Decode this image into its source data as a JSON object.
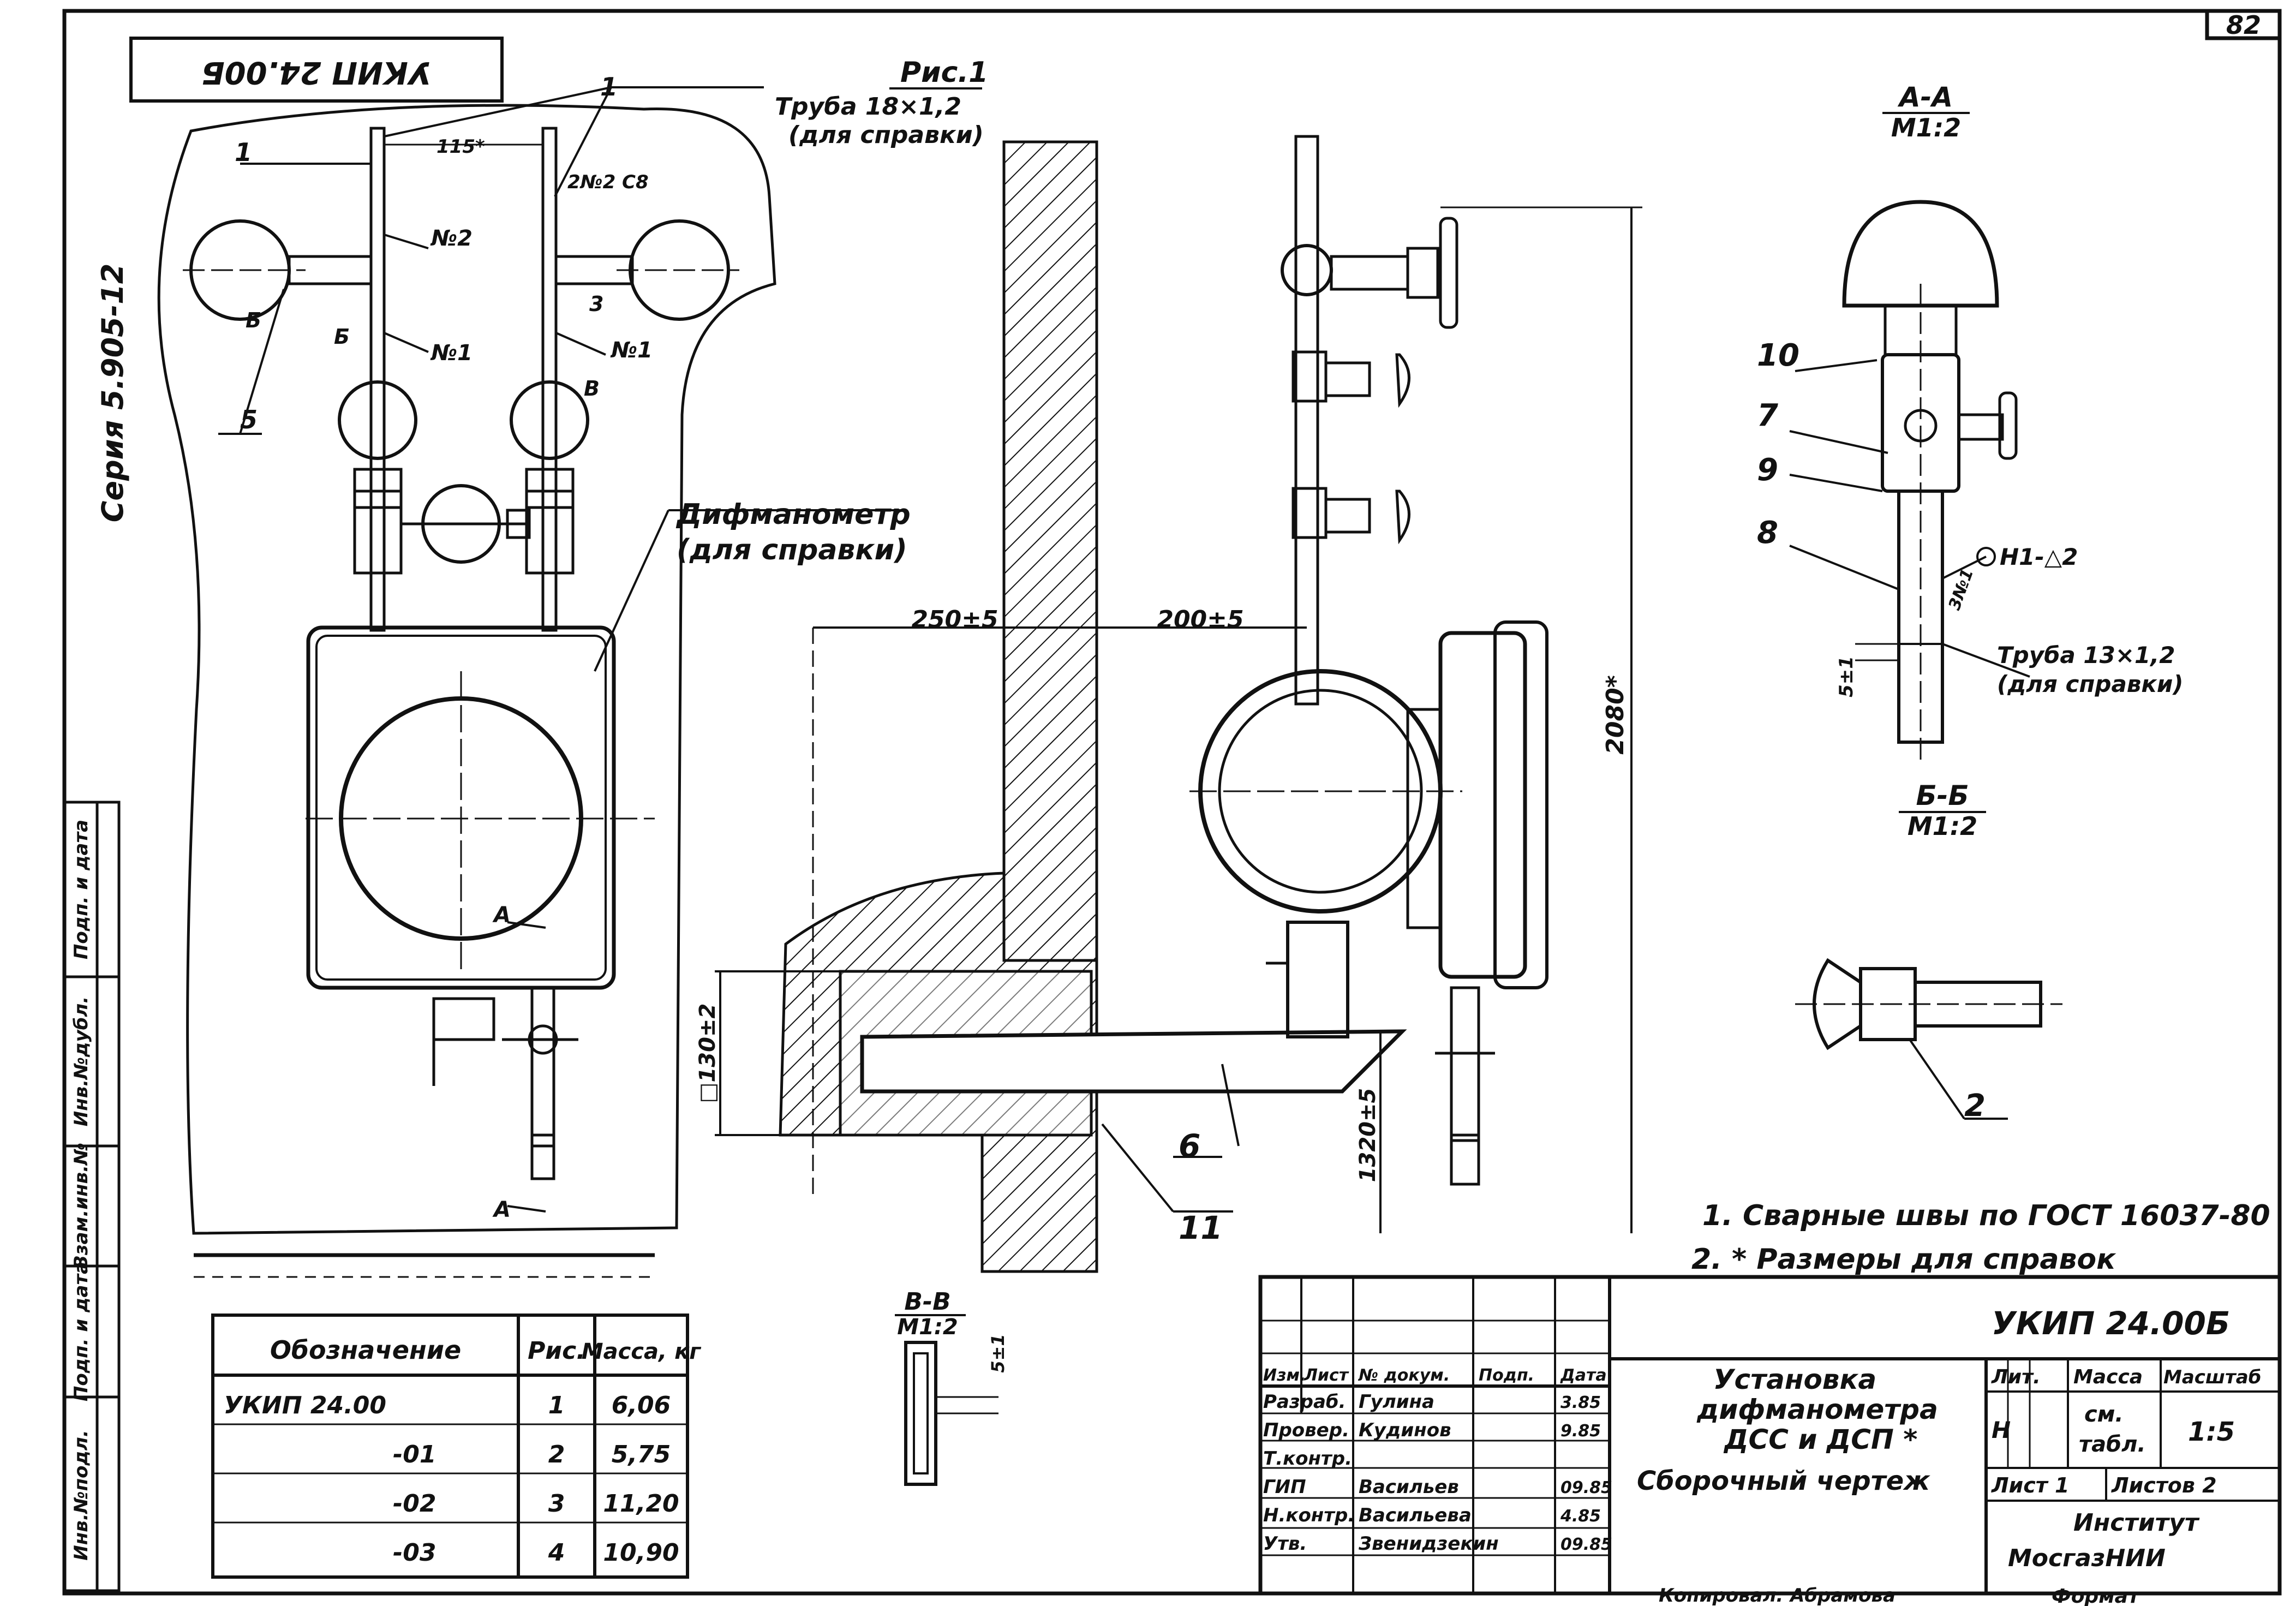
{
  "sheet": {
    "sheet_number": "82",
    "rotated_stamp": "УКИП 24.00Б",
    "series": "Серия 5.905-12"
  },
  "figure": {
    "fig_label": "Рис.1",
    "pipe_note_line1": "Труба 18×1,2",
    "pipe_note_line2": "(для справки)",
    "gauge_note_line1": "Дифманометр",
    "gauge_note_line2": "(для справки)",
    "dim_115": "115*",
    "dim_250": "250±5",
    "dim_200": "200±5",
    "dim_2080": "2080*",
    "dim_130": "□130±2",
    "dim_1320": "1320±5",
    "weld_mark": "2№2 C8",
    "labels": {
      "n1a": "1",
      "n1b": "1",
      "n2": "№2",
      "n1c": "№1",
      "n1d": "№1",
      "b1": "Б",
      "b2": "Б",
      "b3": "В",
      "n3": "3",
      "n5": "5",
      "a_mark1": "А",
      "a_mark2": "А"
    },
    "callouts": {
      "n6": "6",
      "n11": "11"
    }
  },
  "section_aa": {
    "title": "А-А",
    "scale": "М1:2",
    "callouts": [
      "10",
      "7",
      "9",
      "8"
    ],
    "weld": "Н1-△2",
    "weld_small": "3№1",
    "pipe_note_line1": "Труба 13×1,2",
    "pipe_note_line2": "(для справки)",
    "dim": "5±1"
  },
  "section_bb": {
    "title": "Б-Б",
    "scale": "М1:2",
    "callout": "2"
  },
  "section_vv": {
    "title": "В-В",
    "scale": "М1:2",
    "dim": "5±1"
  },
  "notes": {
    "note1": "1. Сварные швы по ГОСТ 16037-80",
    "note2": "2. * Размеры для справок"
  },
  "mass_table": {
    "headers": [
      "Обозначение",
      "Рис.",
      "Масса, кг"
    ],
    "rows": [
      [
        "УКИП 24.00",
        "1",
        "6,06"
      ],
      [
        "-01",
        "2",
        "5,75"
      ],
      [
        "-02",
        "3",
        "11,20"
      ],
      [
        "-03",
        "4",
        "10,90"
      ]
    ]
  },
  "side_strip": [
    "Инв.№подл.",
    "Подп. и дата",
    "Взам.инв.№",
    "Инв.№дубл.",
    "Подп. и дата"
  ],
  "title_block": {
    "designation": "УКИП 24.00Б",
    "name_line1": "Установка",
    "name_line2": "дифманометра",
    "name_line3": "ДСС и ДСП *",
    "doc_type": "Сборочный чертеж",
    "col_headers": [
      "Изм.",
      "Лист",
      "№ докум.",
      "Подп.",
      "Дата"
    ],
    "people": [
      {
        "role": "Разраб.",
        "name": "Гулина",
        "date": "3.85"
      },
      {
        "role": "Провер.",
        "name": "Кудинов",
        "date": "9.85"
      },
      {
        "role": "Т.контр.",
        "name": "",
        "date": ""
      },
      {
        "role": "ГИП",
        "name": "Васильев",
        "date": "09.85"
      },
      {
        "role": "Н.контр.",
        "name": "Васильева",
        "date": "4.85"
      },
      {
        "role": "Утв.",
        "name": "Звенидзекин",
        "date": "09.85"
      }
    ],
    "lit_header": "Лит.",
    "mass_header": "Масса",
    "scale_header": "Масштаб",
    "lit_value": "Н",
    "mass_value_line1": "см.",
    "mass_value_line2": "табл.",
    "scale_value": "1:5",
    "sheet_label": "Лист 1",
    "sheets_label": "Листов 2",
    "org_line1": "Институт",
    "org_line2": "МосгазНИИ",
    "copied": "Копировал: Абрамова",
    "format": "Формат"
  }
}
